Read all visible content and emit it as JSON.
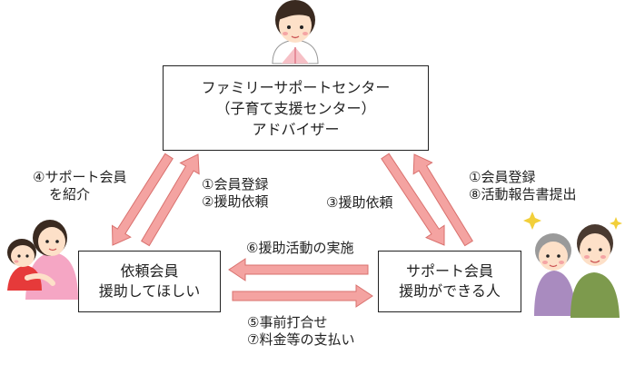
{
  "center": {
    "line1": "ファミリーサポートセンター",
    "line2": "（子育て支援センター）",
    "line3": "アドバイザー"
  },
  "requester": {
    "line1": "依頼会員",
    "line2": "援助してほしい"
  },
  "supporter": {
    "line1": "サポート会員",
    "line2": "援助ができる人"
  },
  "labels": {
    "introduce_line1": "④サポート会員",
    "introduce_line2": "を紹介",
    "left_up_line1": "①会員登録",
    "left_up_line2": "②援助依頼",
    "center_down": "③援助依頼",
    "right_up_line1": "①会員登録",
    "right_up_line2": "⑧活動報告書提出",
    "activity": "⑥援助活動の実施",
    "bottom_line1": "⑤事前打合せ",
    "bottom_line2": "⑦料金等の支払い"
  },
  "colors": {
    "arrow_fill": "#f4a3a1",
    "arrow_stroke": "#d9706d",
    "box_border": "#222222"
  }
}
